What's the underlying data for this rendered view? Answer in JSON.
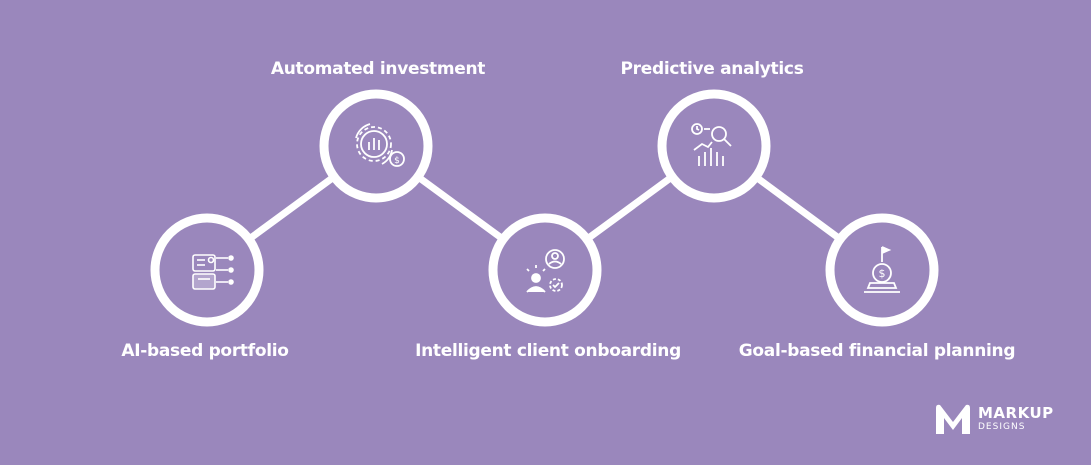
{
  "steps": [
    {
      "label": "AI-based portfolio",
      "icon": "portfolio-icon"
    },
    {
      "label": "Automated investment",
      "icon": "gear-investment-icon"
    },
    {
      "label": "Intelligent client onboarding",
      "icon": "client-onboarding-icon"
    },
    {
      "label": "Predictive analytics",
      "icon": "analytics-chart-icon"
    },
    {
      "label": "Goal-based financial planning",
      "icon": "goal-flag-icon"
    }
  ],
  "brand": {
    "name": "MARKUP",
    "sub": "DESIGNS"
  },
  "colors": {
    "background": "#9a87bc",
    "line": "#ffffff"
  }
}
